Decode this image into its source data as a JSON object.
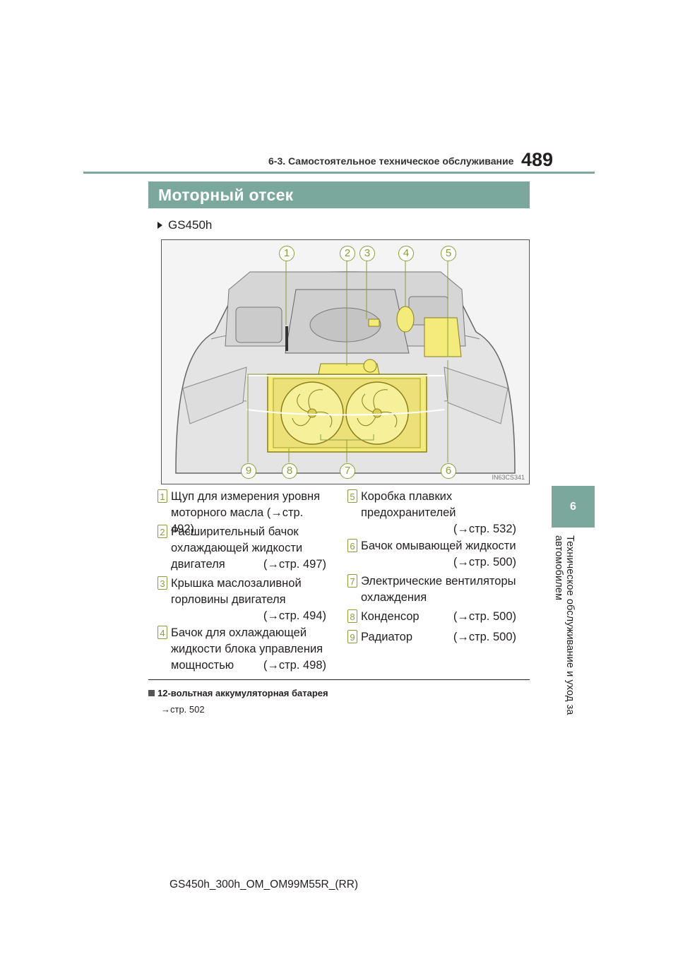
{
  "header": {
    "section": "6-3. Самостоятельное техническое обслуживание",
    "page_number": "489"
  },
  "title": "Моторный отсек",
  "model": "GS450h",
  "figure": {
    "callouts": [
      "1",
      "2",
      "3",
      "4",
      "5",
      "6",
      "7",
      "8",
      "9"
    ],
    "code": "IN63CS341"
  },
  "legend_left": [
    {
      "num": "1",
      "lines": [
        "Щуп для измерения уровня",
        "моторного масла (→стр. 492)"
      ]
    },
    {
      "num": "2",
      "lines": [
        "Расширительный бачок",
        "охлаждающей жидкости"
      ],
      "last": "двигателя",
      "ref": "(→стр. 497)"
    },
    {
      "num": "3",
      "lines": [
        "Крышка маслозаливной",
        "горловины двигателя"
      ],
      "ref": "(→стр. 494)"
    },
    {
      "num": "4",
      "lines": [
        "Бачок для охлаждающей",
        "жидкости блока управления"
      ],
      "last": "мощностью",
      "ref": "(→стр. 498)"
    }
  ],
  "legend_right": [
    {
      "num": "5",
      "lines": [
        "Коробка плавких",
        "предохранителей"
      ],
      "ref": "(→стр. 532)"
    },
    {
      "num": "6",
      "lines": [
        "Бачок омывающей жидкости"
      ],
      "ref": "(→стр. 500)"
    },
    {
      "num": "7",
      "lines": [
        "Электрические вентиляторы",
        "охлаждения"
      ]
    },
    {
      "num": "8",
      "lines": [],
      "last": "Конденсор",
      "ref": "(→стр. 500)"
    },
    {
      "num": "9",
      "lines": [],
      "last": "Радиатор",
      "ref": "(→стр. 500)"
    }
  ],
  "note": {
    "heading": "12-вольтная аккумуляторная батарея",
    "body": "→стр. 502"
  },
  "chapter_tab": "6",
  "side_text": "Техническое обслуживание и уход за автомобилем",
  "footer": "GS450h_300h_OM_OM99M55R_(RR)",
  "colors": {
    "accent": "#7ba89c",
    "highlight": "#f3ec7a",
    "callout": "#8a9e3b"
  }
}
